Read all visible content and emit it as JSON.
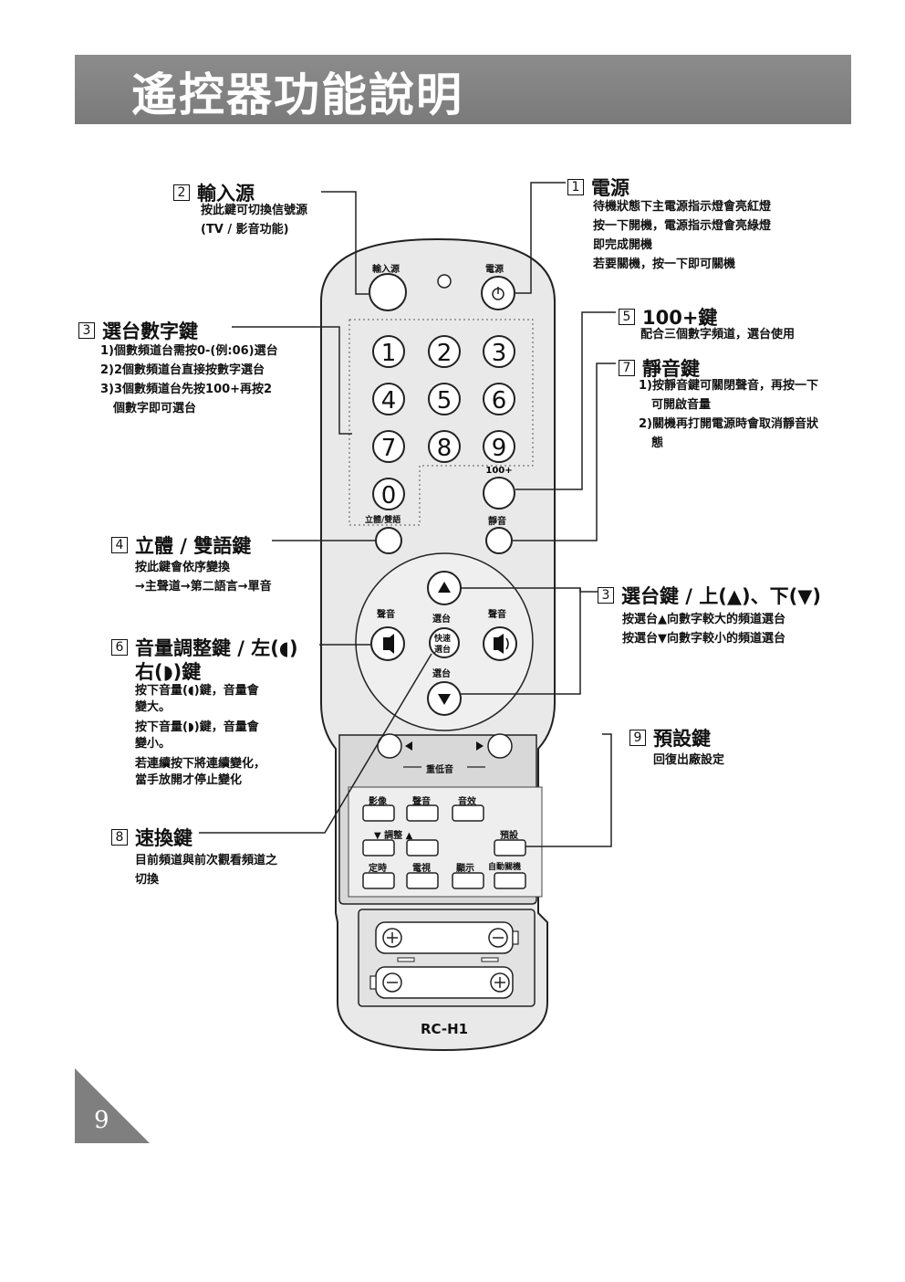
{
  "header": {
    "title": "遙控器功能說明"
  },
  "sections": {
    "input_source": {
      "num": "2",
      "title": "輸入源",
      "lines": [
        "按此鍵可切換信號源",
        "(TV / 影音功能)"
      ]
    },
    "power": {
      "num": "1",
      "title": "電源",
      "lines": [
        "待機狀態下主電源指示燈會亮紅燈",
        "按一下開機，電源指示燈會亮綠燈",
        "即完成開機",
        "若要關機，按一下即可關機"
      ]
    },
    "digits": {
      "num": "3",
      "title": "選台數字鍵",
      "lines": [
        "1)個數頻道台需按0-(例:06)選台",
        "2)2個數頻道台直接按數字選台",
        "3)3個數頻道台先按100+再按2",
        "個數字即可選台"
      ]
    },
    "hundred": {
      "num": "5",
      "title": "100+鍵",
      "lines": [
        "配合三個數字頻道，選台使用"
      ]
    },
    "mute": {
      "num": "7",
      "title": "靜音鍵",
      "lines": [
        "1)按靜音鍵可關閉聲音，再按一下",
        "可開啟音量",
        "2)關機再打開電源時會取消靜音狀",
        "態"
      ]
    },
    "stereo": {
      "num": "4",
      "title": "立體 / 雙語鍵",
      "lines": [
        "按此鍵會依序變換",
        "→主聲道→第二語言→單音"
      ]
    },
    "channel": {
      "num": "3",
      "title": "選台鍵 / 上(▲)、下(▼)",
      "lines": [
        "按選台▲向數字較大的頻道選台",
        "按選台▼向數字較小的頻道選台"
      ]
    },
    "volume": {
      "num": "6",
      "title": "音量調整鍵 / 左(◖)",
      "title2": "右(◗)鍵",
      "lines": [
        "按下音量(◖)鍵，音量會",
        "變大。",
        "按下音量(◗)鍵，音量會",
        "變小。",
        "若連續按下將連續變化，",
        "當手放開才停止變化"
      ]
    },
    "preset": {
      "num": "9",
      "title": "預設鍵",
      "lines": [
        "回復出廠設定"
      ]
    },
    "quick": {
      "num": "8",
      "title": "速換鍵",
      "lines": [
        "目前頻道與前次觀看頻道之",
        "切換"
      ]
    }
  },
  "remote": {
    "input_label": "輸入源",
    "power_label": "電源",
    "digits": [
      "1",
      "2",
      "3",
      "4",
      "5",
      "6",
      "7",
      "8",
      "9",
      "0"
    ],
    "hundred_label": "100+",
    "stereo_label": "立體/雙語",
    "mute_label": "靜音",
    "vol_label_left": "聲音",
    "vol_label_right": "聲音",
    "ch_label_top": "選台",
    "ch_label_bottom": "選台",
    "quick_label_1": "快速",
    "quick_label_2": "選台",
    "bass_label": "重低音",
    "row1": [
      "影像",
      "聲音",
      "音效"
    ],
    "adjust_label": "▼ 調整 ▲",
    "preset_label": "預設",
    "row3": [
      "定時",
      "電視",
      "顯示",
      "自動關機"
    ],
    "model": "RC-H1"
  },
  "page_number": "9"
}
